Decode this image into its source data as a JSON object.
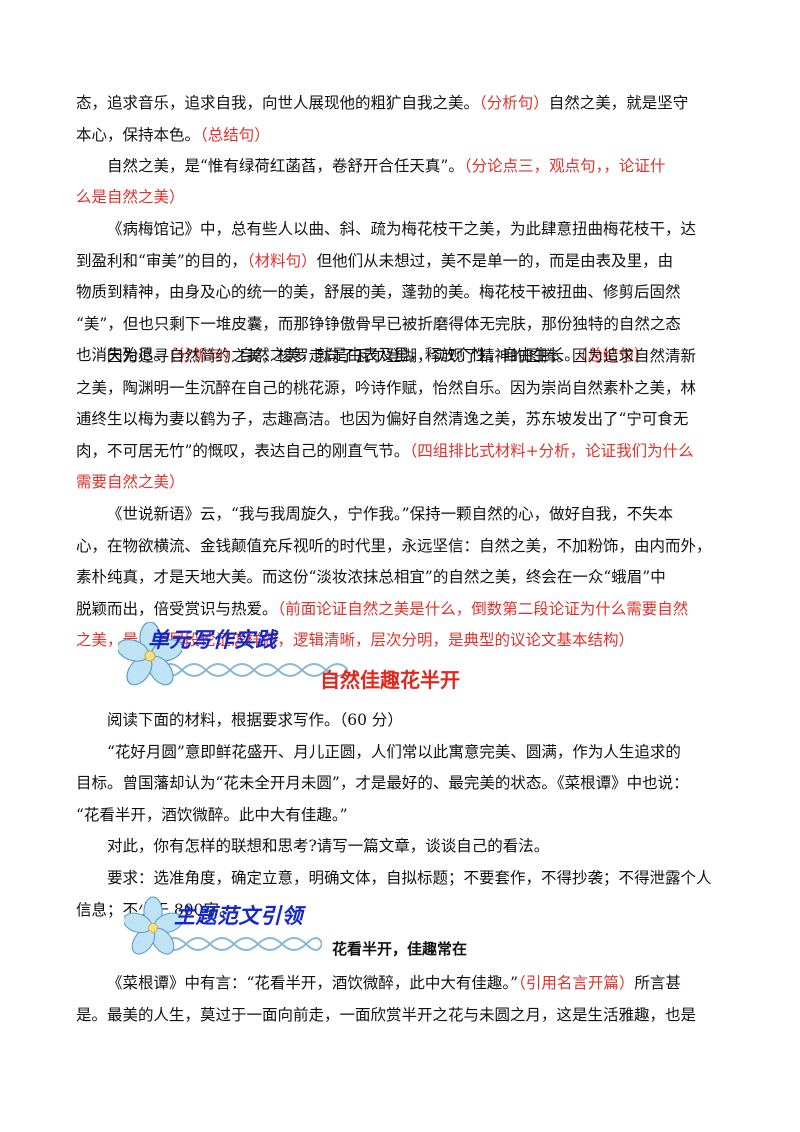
{
  "top": {
    "p1_line1": "态，追求音乐，追求自我，向世人展现他的粗犷自我之美。",
    "p1_tag1": "（分析句）",
    "p1_line1b": "自然之美，就是坚守",
    "p1_line2": "本心，保持本色。",
    "p1_tag2": "（总结句）",
    "p2_text": "自然之美，是“惟有绿荷红菡萏，卷舒开合任天真”。",
    "p2_tag_a": "（分论点三，观点句，，论证什",
    "p2_tag_b": "么是自然之美）",
    "p3_a": "《病梅馆记》中，总有些人以曲、斜、疏为梅花枝干之美，为此肆意扭曲梅花枝干，达",
    "p3_b1": "到盈利和“审美”的目的，",
    "p3_tag1": "（材料句）",
    "p3_b2": "但他们从未想过，美不是单一的，而是由表及里，由",
    "p3_c": "物质到精神，由身及心的统一的美，舒展的美，蓬勃的美。梅花枝干被扭曲、修剪后固然",
    "p3_d": "“美”，但也只剩下一堆皮囊，而那铮铮傲骨早已被折磨得体无完肤，那份独特的自然之态",
    "p3_e1": "也消失殆尽。",
    "p3_tag2": "（分析句）",
    "p3_e2": "自然之美，就是由表及里，释放个性，自由生长。",
    "p3_tag3": "（总结句）",
    "p4_a": "因为追寻自然简约之美，梭罗走向了瓦尔登湖，实现了精神的图腾。因为追求自然清新",
    "p4_b": "之美，陶渊明一生沉醉在自己的桃花源，吟诗作赋，怡然自乐。因为崇尚自然素朴之美，林",
    "p4_c": "逋终生以梅为妻以鹤为子，志趣高洁。也因为偏好自然清逸之美，苏东坡发出了“宁可食无",
    "p4_d1": "肉，不可居无竹”的慨叹，表达自己的刚直气节。",
    "p4_tag_a": "（四组排比式材料+分析，论证我们为什么",
    "p4_tag_b": "需要自然之美）",
    "p5_a": "《世说新语》云，“我与我周旋久，宁作我。”保持一颗自然的心，做好自我，不失本",
    "p5_b": "心，在物欲横流、金钱颠值充斥视听的时代里，永远坚信：自然之美，不加粉饰，由内而外，",
    "p5_c": "素朴纯真，才是天地大美。而这份“淡妆浓抹总相宜”的自然之美，终会在一众“蛾眉”中",
    "p5_d1": "脱颖而出，倍受赏识与热爱。",
    "p5_tag_a": "（前面论证自然之美是什么，倒数第二段论证为什么需要自然",
    "p5_tag_b": "之美，最后结尾段论证怎样做，逻辑清晰，层次分明，是典型的议论文基本结构）"
  },
  "section1": {
    "heading": "单元写作实践",
    "subheading": "自然佳趣花半开",
    "flower_icon": "flower-icon"
  },
  "task": {
    "intro": "阅读下面的材料，根据要求写作。（60 分）",
    "m_a": "“花好月圆”意即鲜花盛开、月儿正圆，人们常以此寓意完美、圆满，作为人生追求的",
    "m_b": "目标。曾国藩却认为“花未全开月未圆”，才是最好的、最完美的状态。《菜根谭》中也说：",
    "m_c": "“花看半开，酒饮微醉。此中大有佳趣。”",
    "q": "对此，你有怎样的联想和思考?请写一篇文章，谈谈自己的看法。",
    "req_a": "要求：选准角度，确定立意，明确文体，自拟标题；不要套作，不得抄袭；不得泄露个人",
    "req_b": "信息；不少于 800字。"
  },
  "section2": {
    "heading": "主题范文引领",
    "essay_title": "花看半开，佳趣常在",
    "flower_icon": "flower-icon"
  },
  "essay": {
    "l1a": "《菜根谭》中有言：“花看半开，酒饮微醉，此中大有佳趣。”",
    "l1_tag": "（引用名言开篇）",
    "l1b": "所言甚",
    "l2": "是。最美的人生，莫过于一面向前走，一面欣赏半开之花与未圆之月，这是生活雅趣，也是"
  },
  "colors": {
    "annotation": "#e0322c",
    "heading_blue": "#1428c8",
    "subheading_red": "#e0281e"
  }
}
